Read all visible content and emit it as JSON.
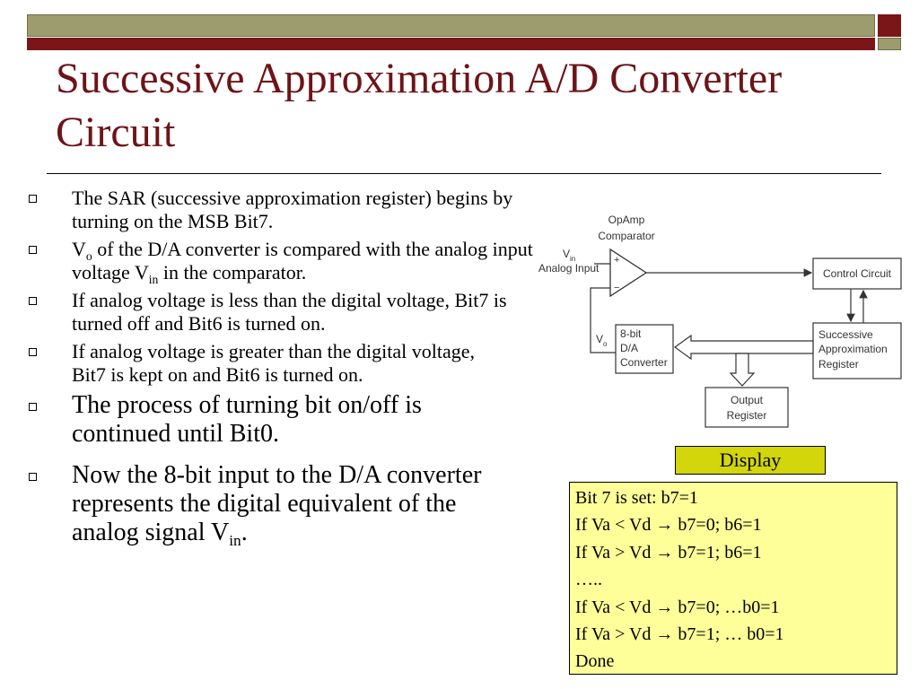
{
  "title": "Successive Approximation A/D Converter Circuit",
  "bullets": [
    {
      "text": "The SAR (successive approximation register) begins by turning on the MSB Bit7."
    },
    {
      "parts": [
        "V",
        "o",
        " of the D/A converter is compared with the analog input voltage V",
        "in",
        " in the comparator."
      ]
    },
    {
      "text": "If analog voltage is less than the digital voltage, Bit7 is turned off and Bit6 is turned on."
    },
    {
      "text": "If analog voltage is greater than the digital voltage, Bit7 is kept on and Bit6 is turned on."
    },
    {
      "text": "The process of turning bit on/off is continued until Bit0."
    },
    {
      "parts": [
        " Now the 8-bit input to the D/A converter represents the digital equivalent of the analog signal V",
        "in",
        "."
      ]
    }
  ],
  "diagram": {
    "opamp_label_1": "OpAmp",
    "opamp_label_2": "Comparator",
    "vin_v": "V",
    "vin_sub": "in",
    "analog_input": "Analog Input",
    "plus": "+",
    "minus": "−",
    "vo_v": "V",
    "vo_sub": "o",
    "control_circuit": "Control Circuit",
    "sar_1": "Successive",
    "sar_2": "Approximation",
    "sar_3": "Register",
    "dac_1": "8-bit",
    "dac_2": "D/A",
    "dac_3": "Converter",
    "out_1": "Output",
    "out_2": "Register"
  },
  "display_label": "Display",
  "steps": [
    "Bit 7 is set: b7=1",
    "If Va < Vd → b7=0; b6=1",
    "If Va > Vd → b7=1; b6=1",
    "…..",
    "If Va < Vd → b7=0; …b0=1",
    "If Va > Vd → b7=1; … b0=1",
    "Done"
  ],
  "colors": {
    "title": "#6d1418",
    "bar_olive": "#9c9c6e",
    "bar_red": "#7a1618",
    "display_fill": "#d2d60a",
    "steps_fill": "#ffff99"
  }
}
